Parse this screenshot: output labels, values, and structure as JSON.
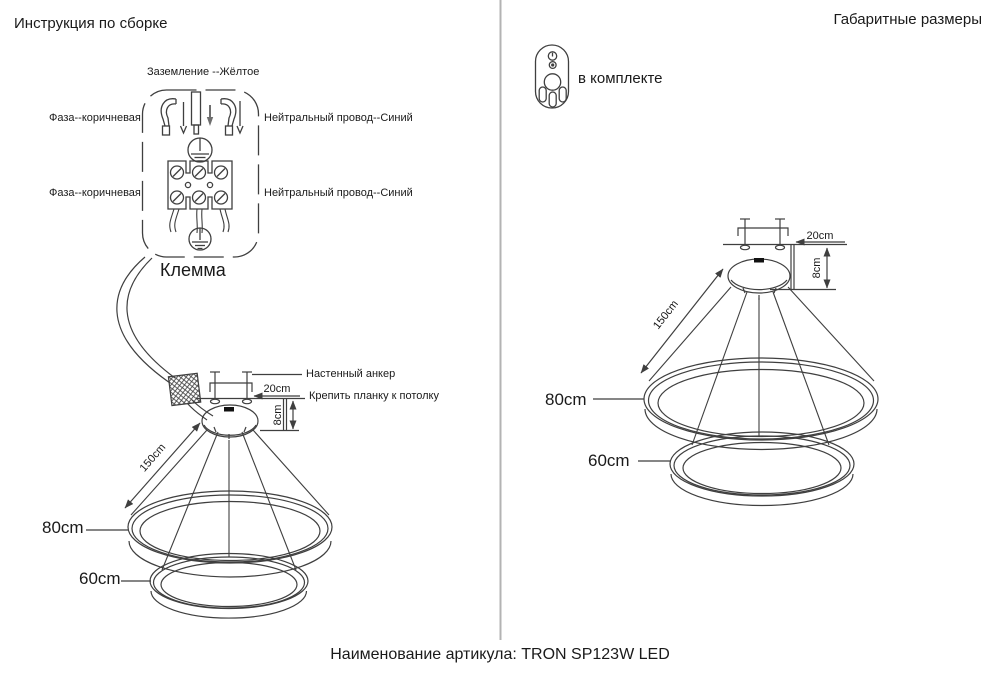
{
  "page": {
    "header_left": "Инструкция по сборке",
    "header_right": "Габаритные размеры",
    "footer": "Наименование артикула: TRON SP123W LED"
  },
  "wiring": {
    "ground_label": "Заземление --Жёлтое",
    "phase_label_top": "Фаза--коричневая",
    "phase_label_bottom": "Фаза--коричневая",
    "neutral_label_top": "Нейтральный провод--Синий",
    "neutral_label_bottom": "Нейтральный провод--Синий",
    "terminal_label": "Клемма"
  },
  "left_diagram": {
    "anchor_label": "Настенный анкер",
    "mount_label": "Крепить планку к потолку",
    "dim_plate": "20cm",
    "dim_canopy_height": "8cm",
    "dim_cable": "150cm",
    "dim_ring_large": "80cm",
    "dim_ring_small": "60cm"
  },
  "right_diagram": {
    "included_label": "в комплекте",
    "dim_plate": "20cm",
    "dim_canopy_height": "8cm",
    "dim_cable": "150cm",
    "dim_ring_large": "80cm",
    "dim_ring_small": "60cm"
  },
  "colors": {
    "line": "#3f3f3f",
    "text": "#1a1a1a",
    "divider": "#b3b3b3",
    "arrow_gray": "#6e6e6e"
  }
}
